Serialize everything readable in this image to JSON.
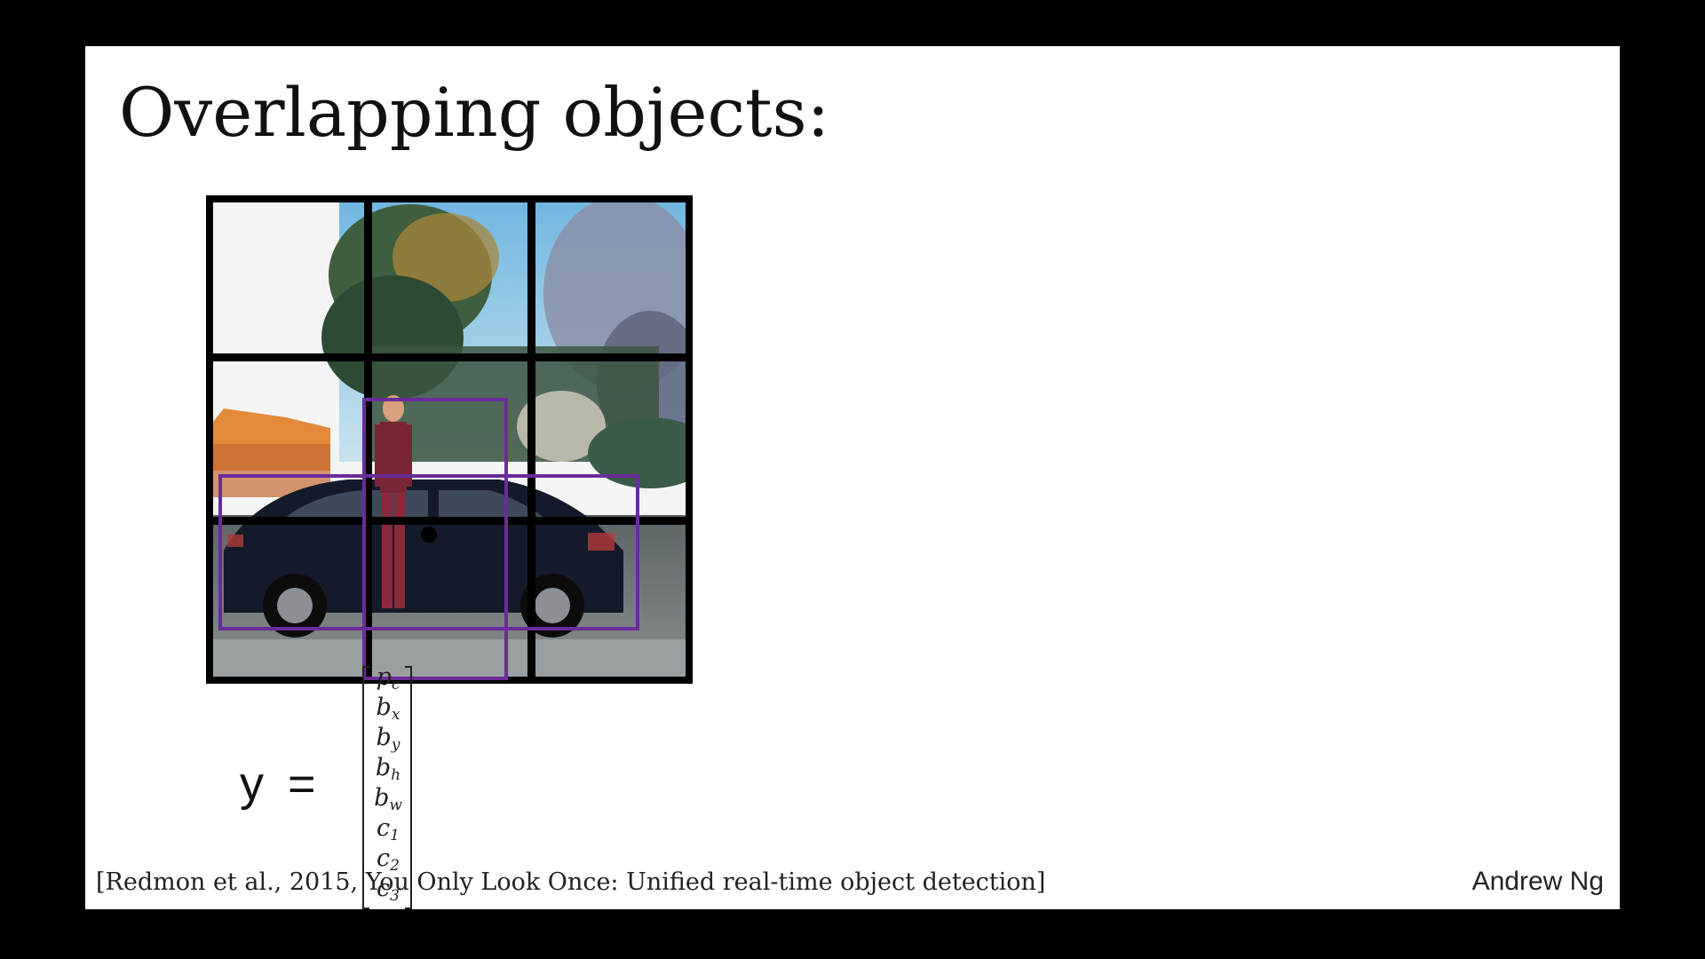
{
  "slide": {
    "title": "Overlapping objects:",
    "citation": "[Redmon et al., 2015, You Only Look Once: Unified real-time object detection]",
    "author": "Andrew Ng"
  },
  "figure": {
    "grid_rows": 3,
    "grid_cols": 3,
    "box_color": "#6a2c9a",
    "grid_color": "#000000",
    "midpoint_marker": "black-dot"
  },
  "equation": {
    "lhs": "y",
    "equals": "=",
    "vector": [
      {
        "base": "p",
        "sub": "c"
      },
      {
        "base": "b",
        "sub": "x"
      },
      {
        "base": "b",
        "sub": "y"
      },
      {
        "base": "b",
        "sub": "h"
      },
      {
        "base": "b",
        "sub": "w"
      },
      {
        "base": "c",
        "sub": "1"
      },
      {
        "base": "c",
        "sub": "2"
      },
      {
        "base": "c",
        "sub": "3"
      }
    ]
  }
}
